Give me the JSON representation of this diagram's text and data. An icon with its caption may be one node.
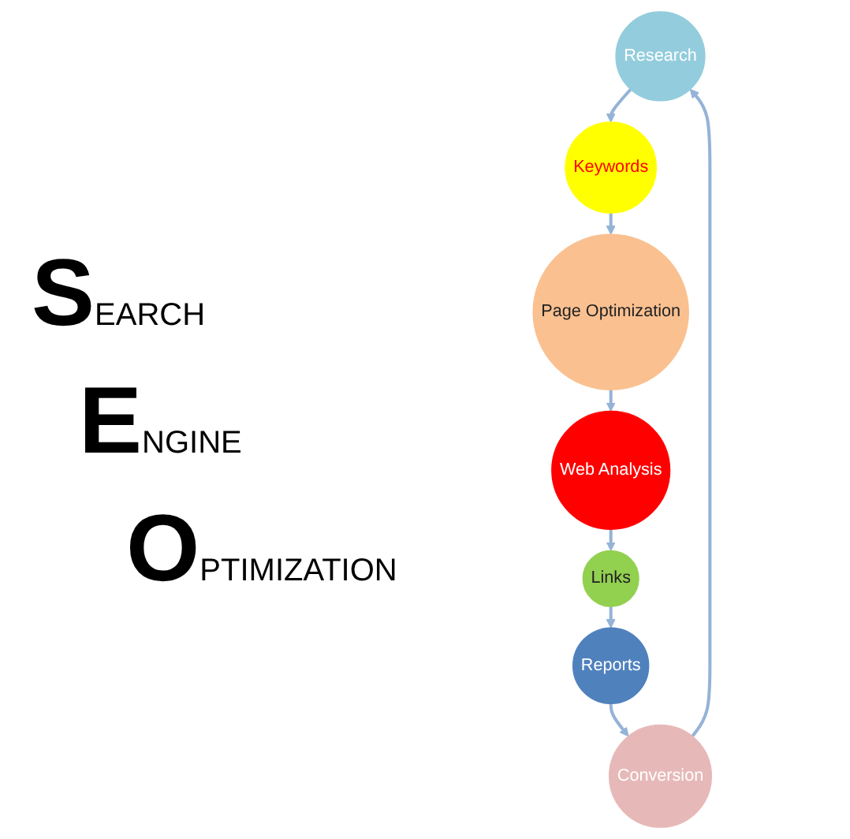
{
  "diagram": {
    "nodes": [
      {
        "text": [
          "Research"
        ]
      },
      {
        "text": [
          "Keywords"
        ]
      },
      {
        "text": [
          "Page Optimization"
        ]
      },
      {
        "text": [
          "Web Analysis"
        ]
      },
      {
        "text": [
          "Links"
        ]
      },
      {
        "text": [
          "Reports"
        ]
      },
      {
        "text": [
          "Conversion"
        ]
      }
    ],
    "edges": [
      {
        "from": 0,
        "to": 1,
        "arrow": "to"
      },
      {
        "from": 1,
        "to": 2,
        "arrow": "to"
      },
      {
        "from": 2,
        "to": 3,
        "arrow": "to"
      },
      {
        "from": 3,
        "to": 4,
        "arrow": "to"
      },
      {
        "from": 4,
        "to": 5,
        "arrow": "to"
      },
      {
        "from": 5,
        "to": 6,
        "arrow": "to"
      },
      {
        "from": 6,
        "to": 0,
        "arrow": "to"
      }
    ],
    "labels": [
      "SEARCH",
      "ENGINE",
      "OPTIMIZATION"
    ]
  }
}
